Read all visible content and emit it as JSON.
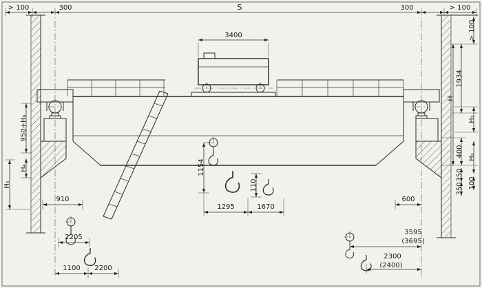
{
  "drawing": {
    "kind": "overhead-bridge-crane-outline-dimension-drawing",
    "labels": {
      "top": {
        "clearance_left": "> 100",
        "offset_left": "300",
        "span": "S",
        "offset_right": "300",
        "clearance_right": "> 100"
      },
      "trolley": {
        "width": "3400"
      },
      "right_column": {
        "clearance_top": "> 100",
        "dim_1934": "1934",
        "hoist_h": "H",
        "h1": "H₁",
        "dim_400": "400",
        "h2": "H₂",
        "dim_350_a": "350",
        "dim_350_b": "350",
        "dim_100": "100"
      },
      "left_column": {
        "dim_950_h6": "950+H₆",
        "h4": "H₄",
        "h5": "H₅"
      },
      "hooks": {
        "dim_1154": "1154",
        "dim_110": "110",
        "dim_1295": "1295",
        "dim_1670": "1670"
      },
      "bottom_left": {
        "dim_910": "910",
        "dim_2205": "2205",
        "dim_1100": "1100",
        "dim_2200": "2200"
      },
      "bottom_right": {
        "dim_600": "600",
        "dim_3595": "3595",
        "dim_3695": "(3695)",
        "dim_2300": "2300",
        "dim_2400": "(2400)"
      }
    }
  }
}
